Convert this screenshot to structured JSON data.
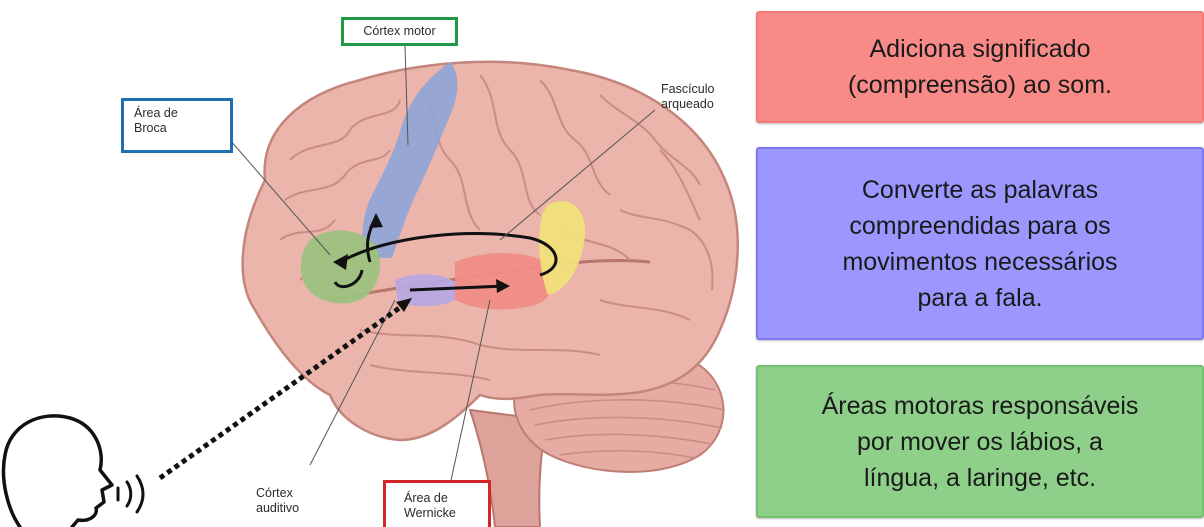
{
  "labels": {
    "cortex_motor": "Córtex motor",
    "area_broca": [
      "Área de",
      "Broca"
    ],
    "fasciculo_arqueado": [
      "Fascículo",
      "arqueado"
    ],
    "cortex_auditivo": [
      "Córtex",
      "auditivo"
    ],
    "area_wernicke": [
      "Área de",
      "Wernicke"
    ]
  },
  "cards": [
    {
      "lines": [
        "Adiciona significado",
        "(compreensão) ao som."
      ],
      "color": "#f88a87",
      "border": "#f57a76"
    },
    {
      "lines": [
        "Converte as palavras",
        "compreendidas para os",
        "movimentos necessários",
        "para a fala."
      ],
      "color": "#9b97ff",
      "border": "#7c78f2"
    },
    {
      "lines": [
        "Áreas motoras responsáveis",
        "por mover os lábios, a",
        "língua, a laringe, etc."
      ],
      "color": "#8ed08a",
      "border": "#73c06f"
    }
  ],
  "colors": {
    "motor_box": "#1f9a48",
    "broca_box": "#1f6fb3",
    "wernicke_box": "#d3262b",
    "brain": "#eab3aa",
    "brain_dark": "#cf8c83",
    "motor_region": "#8ea4d6",
    "broca_region": "#9cc27e",
    "auditory_region": "#b7a8e0",
    "wernicke_region": "#f08d86",
    "angular_region": "#f1e07a"
  },
  "icons": [
    "head-speaking-icon",
    "sound-waves-icon"
  ]
}
